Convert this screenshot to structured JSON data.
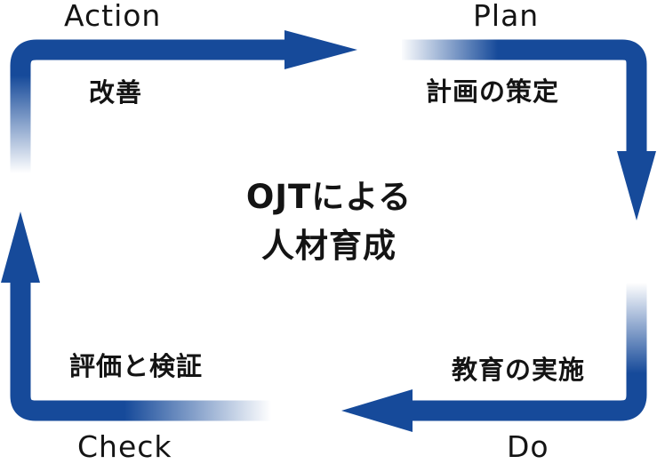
{
  "colors": {
    "arrow": "#164a9a",
    "fade": "#ffffff",
    "text": "#141414"
  },
  "stages": {
    "action": {
      "name": "Action",
      "description": "改善"
    },
    "plan": {
      "name": "Plan",
      "description": "計画の策定"
    },
    "do": {
      "name": "Do",
      "description": "教育の実施"
    },
    "check": {
      "name": "Check",
      "description": "評価と検証"
    }
  },
  "center": {
    "line1": "OJTによる",
    "line2": "人材育成"
  }
}
